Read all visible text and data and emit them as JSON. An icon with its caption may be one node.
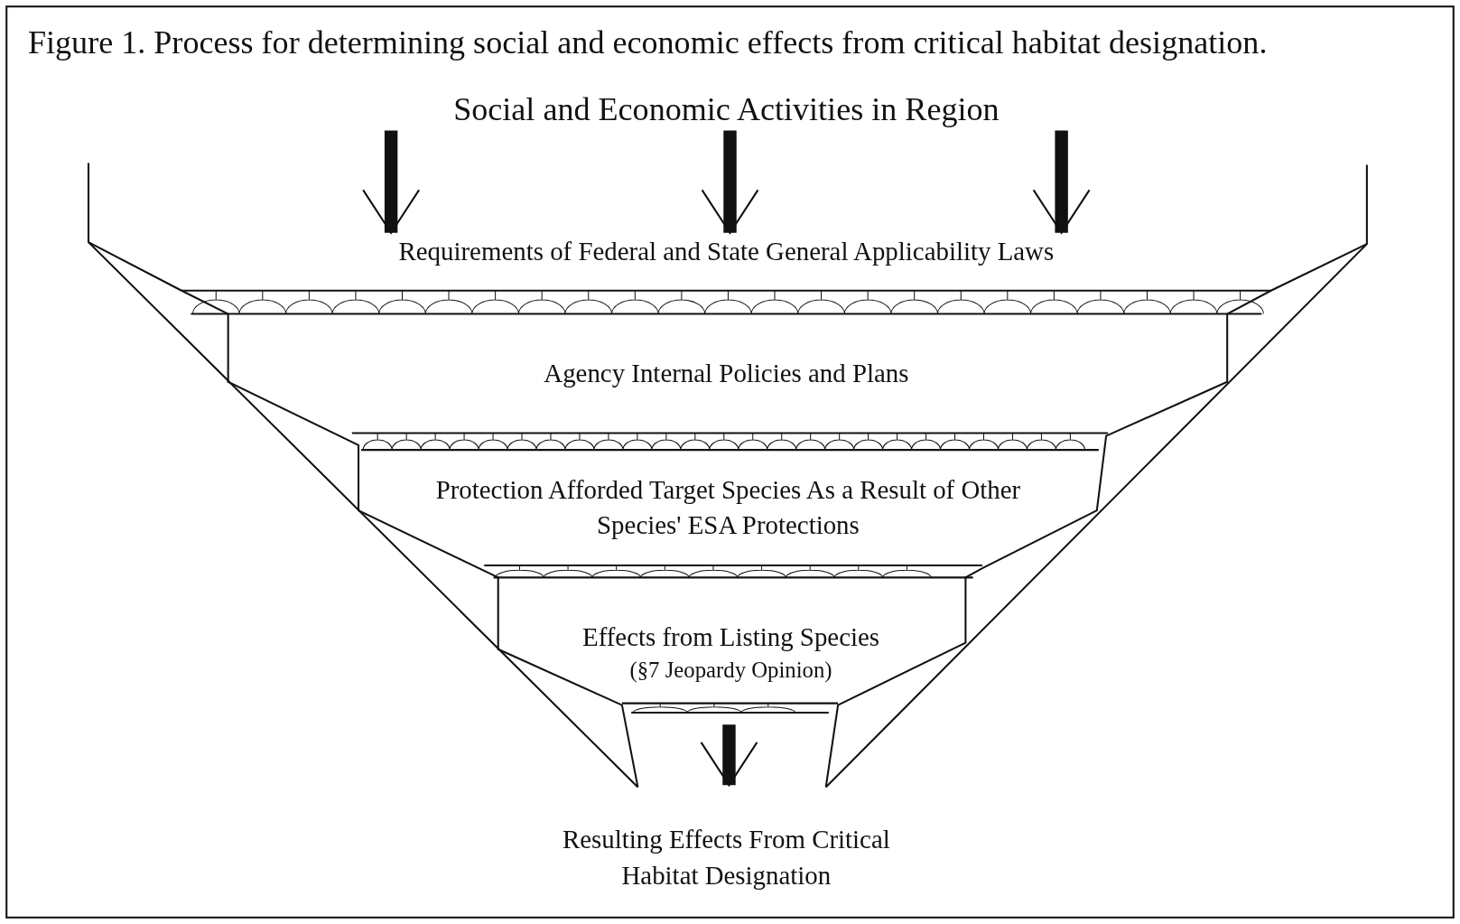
{
  "diagram": {
    "title": "Figure 1.  Process for determining social and economic effects from critical habitat designation.",
    "nodes": [
      {
        "text": [
          "Social and Economic Activities in Region"
        ]
      },
      {
        "text": [
          "Requirements of Federal and State General Applicability Laws"
        ]
      },
      {
        "text": [
          "Agency Internal Policies and Plans"
        ]
      },
      {
        "text": [
          "Protection Afforded Target Species As a Result of Other Species' ESA Protections"
        ]
      },
      {
        "text": [
          "Effects from Listing Species",
          "(§7 Jeopardy Opinion)"
        ]
      },
      {
        "text": [
          "Resulting Effects From Critical Habitat Designation"
        ]
      }
    ],
    "edges": [
      {
        "from": 0,
        "to": 1,
        "arrow": "to"
      },
      {
        "from": 0,
        "to": 1,
        "arrow": "to"
      },
      {
        "from": 0,
        "to": 1,
        "arrow": "to"
      },
      {
        "from": 4,
        "to": 5,
        "arrow": "to"
      }
    ]
  }
}
